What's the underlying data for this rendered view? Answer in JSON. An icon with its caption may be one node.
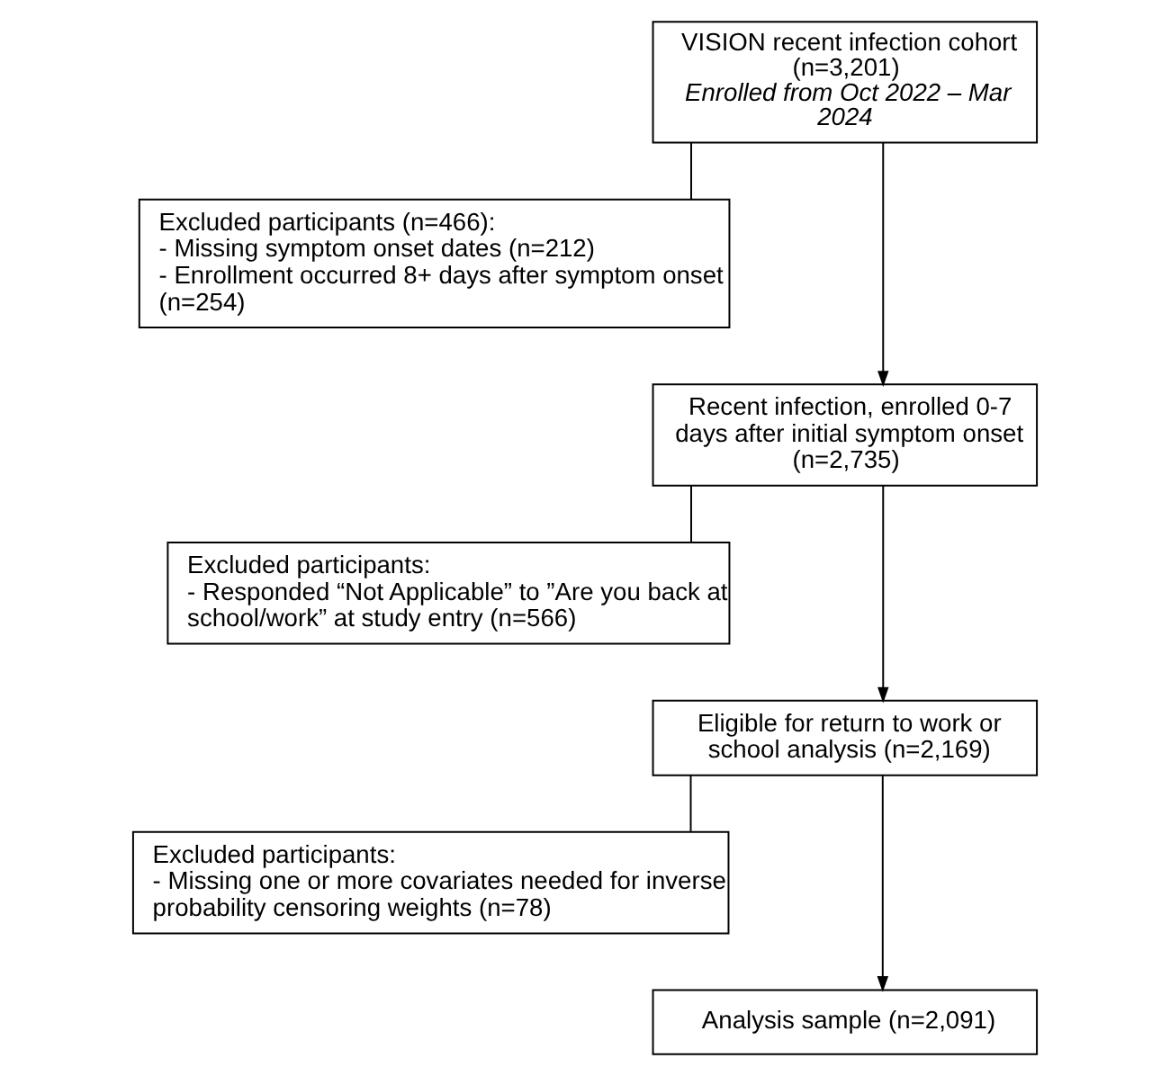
{
  "diagram": {
    "nodes": [
      {
        "text": [
          "VISION recent infection cohort (n=3,201)",
          "Enrolled from Oct 2022 – Mar 2024"
        ]
      },
      {
        "text": [
          "Excluded participants (n=466):",
          "- Missing symptom onset dates (n=212)",
          "- Enrollment occurred 8+ days after symptom onset (n=254)"
        ]
      },
      {
        "text": [
          "Recent infection, enrolled 0-7 days after initial symptom onset (n=2,735)"
        ]
      },
      {
        "text": [
          "Excluded participants:",
          "- Responded “Not Applicable” to ”Are you back at school/work” at study entry (n=566)"
        ]
      },
      {
        "text": [
          "Eligible for return to work or school analysis (n=2,169)"
        ]
      },
      {
        "text": [
          "Excluded participants:",
          "- Missing one or more covariates needed for inverse probability censoring weights (n=78)"
        ]
      },
      {
        "text": [
          "Analysis sample (n=2,091)"
        ]
      }
    ],
    "edges": [
      {
        "from": 0,
        "to": 1,
        "arrow": "none"
      },
      {
        "from": 0,
        "to": 2,
        "arrow": "to"
      },
      {
        "from": 2,
        "to": 3,
        "arrow": "none"
      },
      {
        "from": 2,
        "to": 4,
        "arrow": "to"
      },
      {
        "from": 4,
        "to": 5,
        "arrow": "none"
      },
      {
        "from": 4,
        "to": 6,
        "arrow": "to"
      }
    ]
  }
}
